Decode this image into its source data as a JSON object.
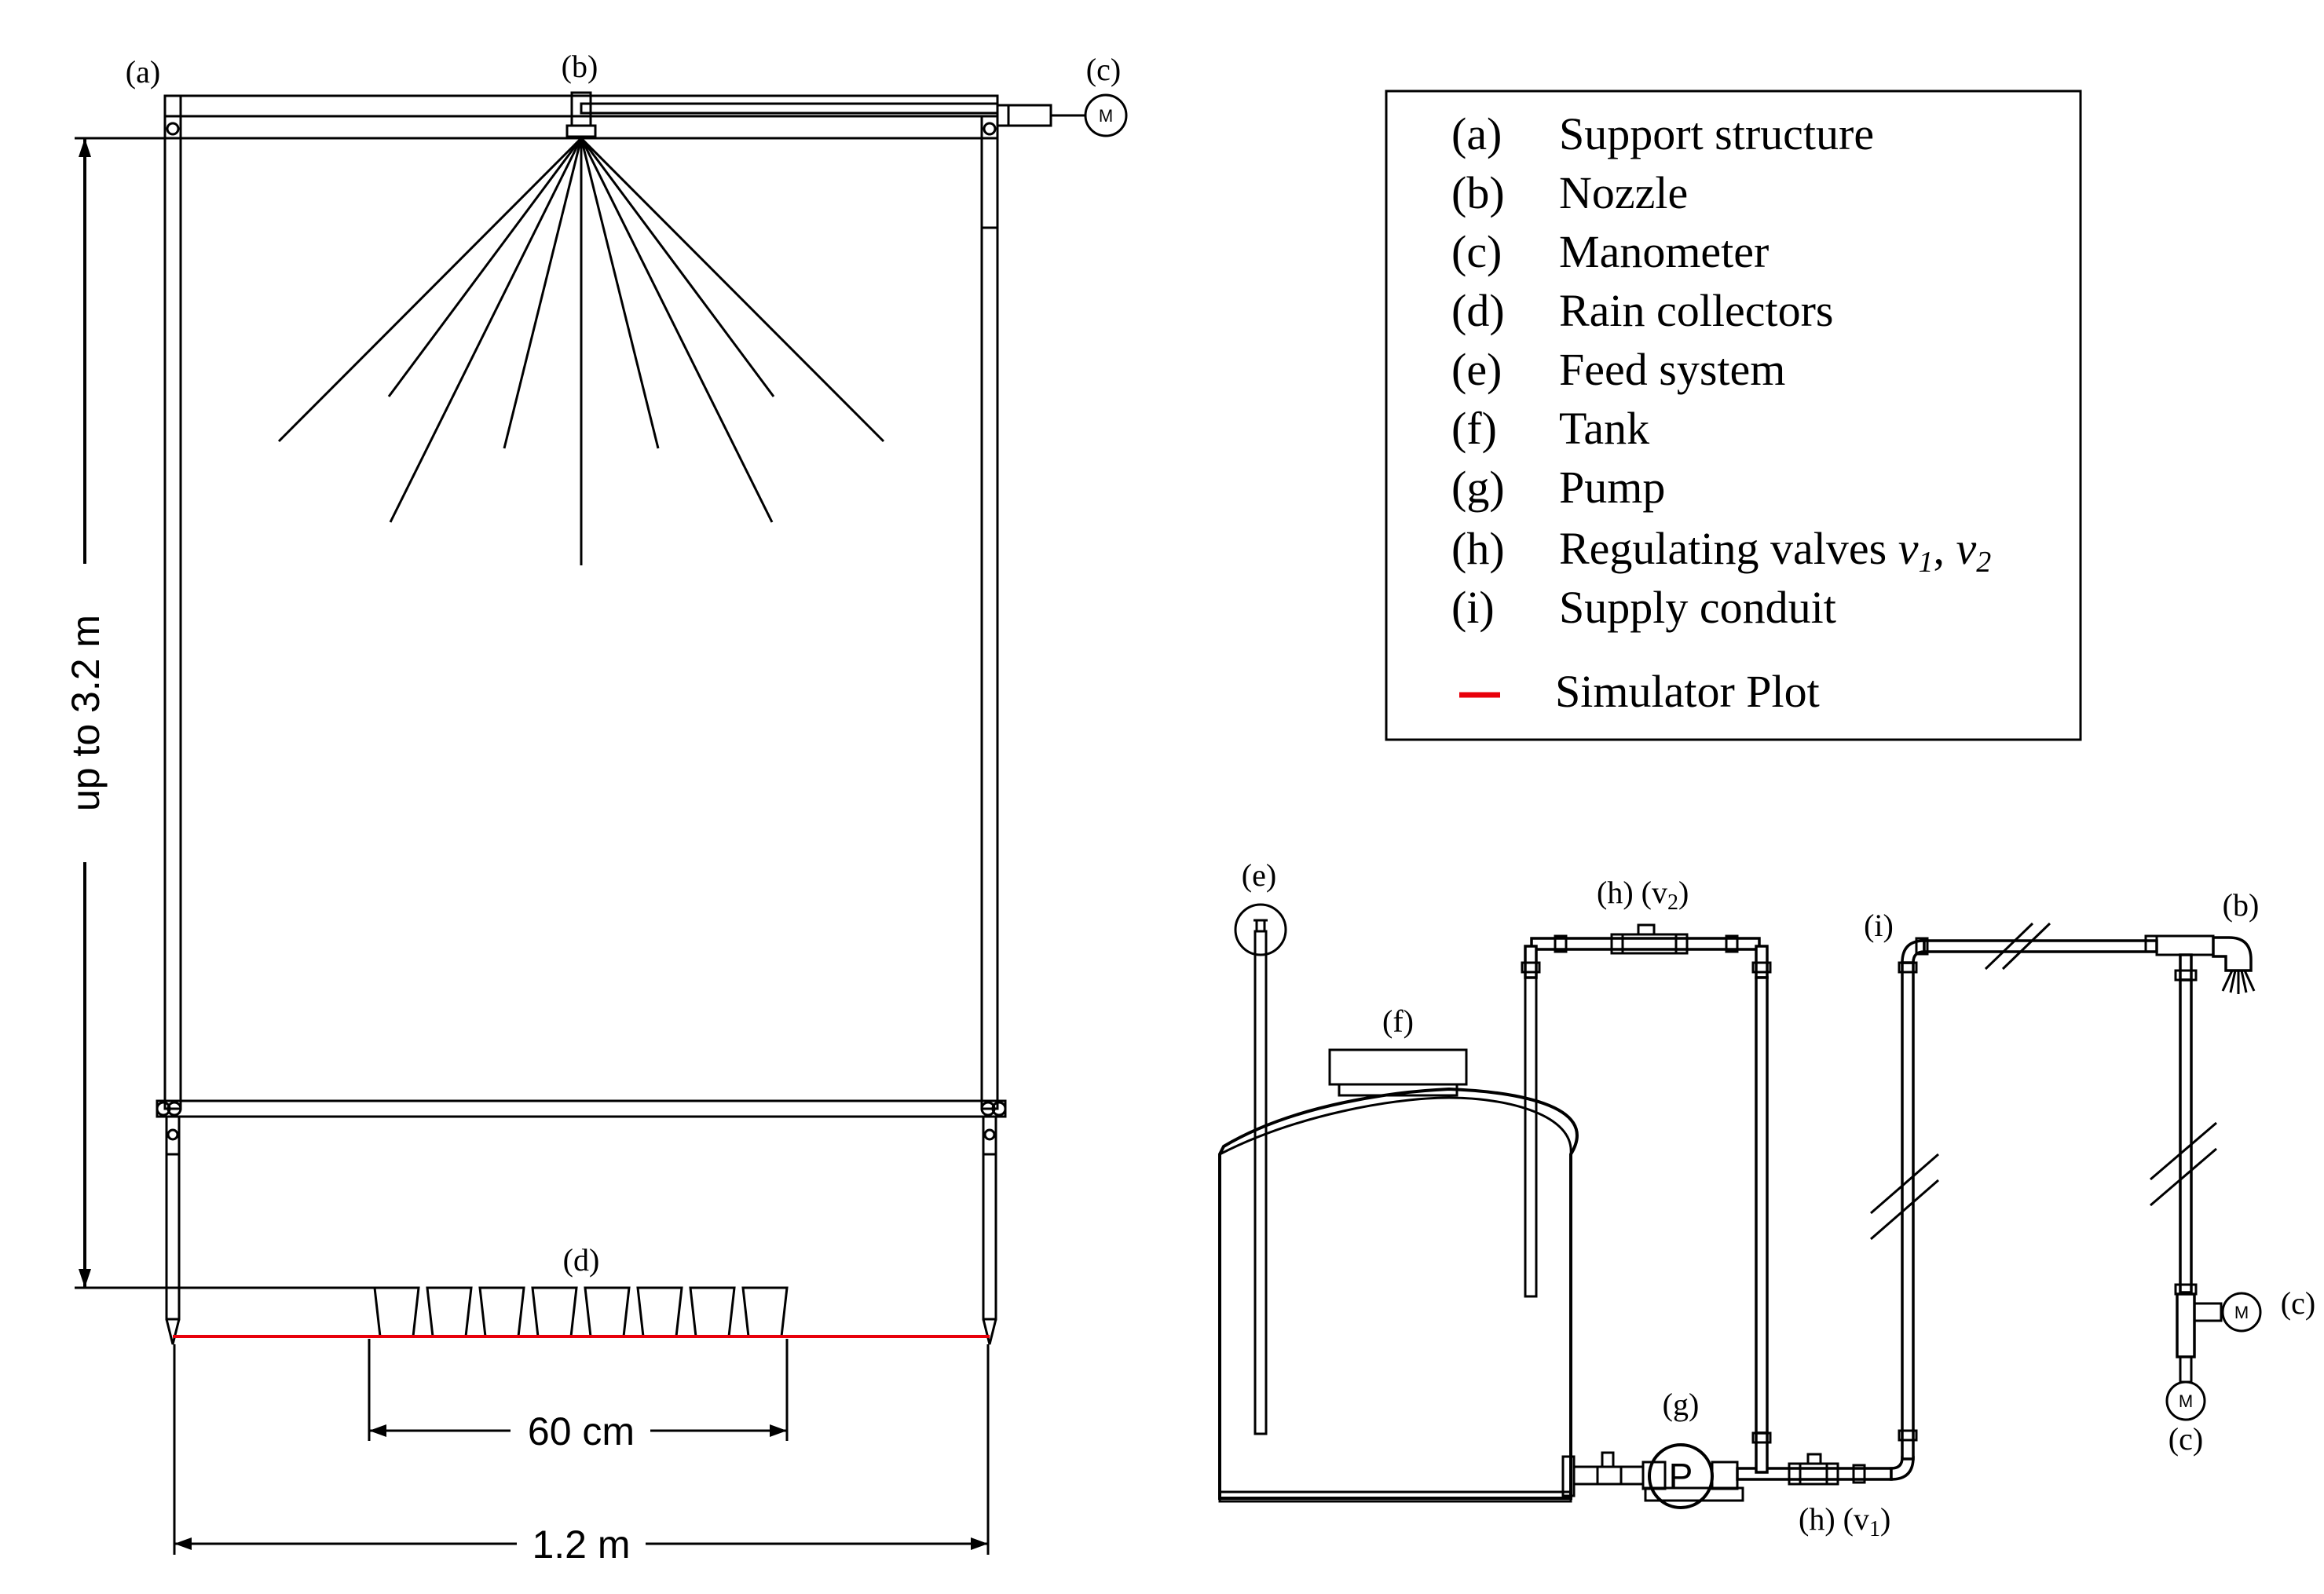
{
  "labels": {
    "a": "(a)",
    "b": "(b)",
    "c": "(c)",
    "d": "(d)",
    "e": "(e)",
    "f": "(f)",
    "g": "(g)",
    "h": "(h)",
    "i": "(i)",
    "v1": "(v",
    "v1_sub": "1",
    "v2": "(v",
    "v2_sub": "2",
    "paren_close": ")"
  },
  "dimensions": {
    "height": "up to 3.2 m",
    "collector_span": "60 cm",
    "plot_width": "1.2 m"
  },
  "symbols": {
    "manometer": "M",
    "pump": "P"
  },
  "legend": {
    "items": [
      {
        "key": "(a)",
        "text": "Support structure"
      },
      {
        "key": "(b)",
        "text": "Nozzle"
      },
      {
        "key": "(c)",
        "text": "Manometer"
      },
      {
        "key": "(d)",
        "text": "Rain collectors"
      },
      {
        "key": "(e)",
        "text": "Feed system"
      },
      {
        "key": "(f)",
        "text": "Tank"
      },
      {
        "key": "(g)",
        "text": "Pump"
      },
      {
        "key": "(h)",
        "text": "Regulating valves "
      }
    ],
    "valves": {
      "v1": "v",
      "v1_sub": "1",
      "sep": ", ",
      "v2": "v",
      "v2_sub": "2"
    },
    "item_i": {
      "key": "(i)",
      "text": "Supply conduit"
    },
    "plot": {
      "text": "Simulator Plot",
      "color": "#e8000b"
    }
  }
}
